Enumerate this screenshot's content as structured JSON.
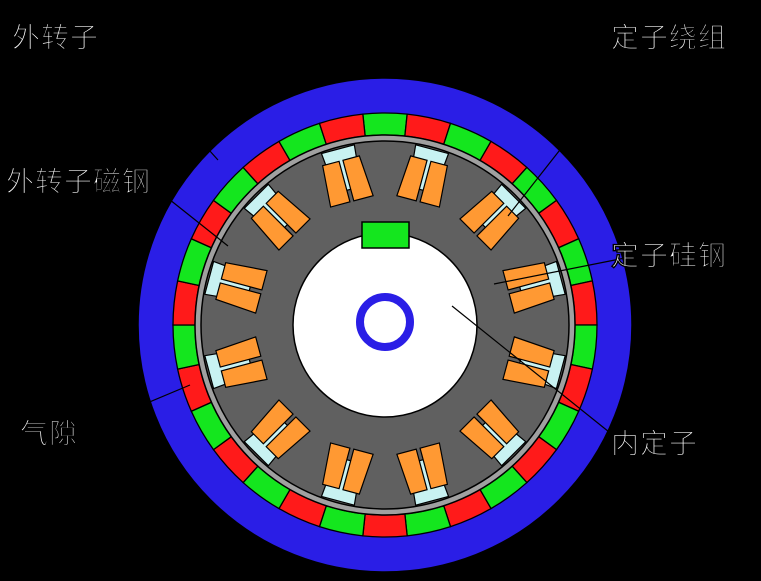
{
  "labels": {
    "outer_rotor": "外转子",
    "outer_rotor_magnet": "外转子磁钢",
    "air_gap": "气隙",
    "stator_winding": "定子绕组",
    "stator_steel": "定子硅钢",
    "inner_stator": "内定子"
  },
  "structure": {
    "magnet_pole_count": 30,
    "stator_slot_count": 12,
    "magnet_pattern": [
      "green",
      "red"
    ]
  },
  "colors": {
    "background": "#000000",
    "outer_rotor": "#2a1ee6",
    "magnet_red": "#ff1a1a",
    "magnet_green": "#14e61e",
    "air_gap": "#a0a0a0",
    "stator_steel": "#606060",
    "stator_bore": "#ffffff",
    "winding_orange": "#ff9933",
    "winding_cyan": "#c8f2f2",
    "key_green": "#14e61e",
    "shaft_blue": "#2a1ee6",
    "outline": "#000000"
  }
}
